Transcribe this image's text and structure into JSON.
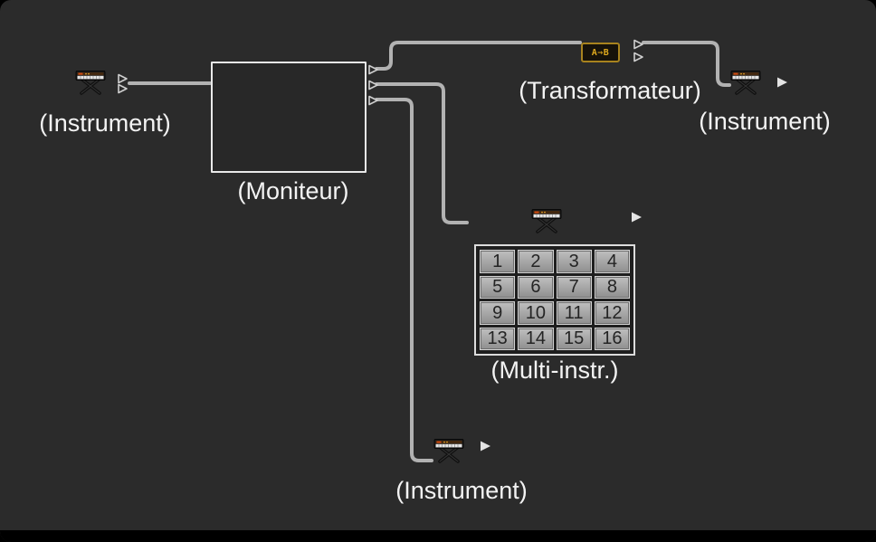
{
  "window": {
    "background": "#2b2b2b",
    "cable_color": "#b2b2b2"
  },
  "icons": {
    "instrument": "midi-keyboard-on-stand-icon",
    "transformer": "gold-box-icon",
    "port": "triangle-outline-port-icon",
    "cable_origin": "triangle-filled-arrow-icon"
  },
  "objects": {
    "instrument_left": {
      "label": "(Instrument)"
    },
    "monitor": {
      "label": "(Moniteur)"
    },
    "transformer": {
      "label": "(Transformateur)",
      "icon_text": "A⇒B",
      "accent": "#d9a621"
    },
    "instrument_top_right": {
      "label": "(Instrument)"
    },
    "multi_instr": {
      "label": "(Multi-instr.)",
      "channels": [
        "1",
        "2",
        "3",
        "4",
        "5",
        "6",
        "7",
        "8",
        "9",
        "10",
        "11",
        "12",
        "13",
        "14",
        "15",
        "16"
      ]
    },
    "instrument_bottom": {
      "label": "(Instrument)"
    }
  }
}
